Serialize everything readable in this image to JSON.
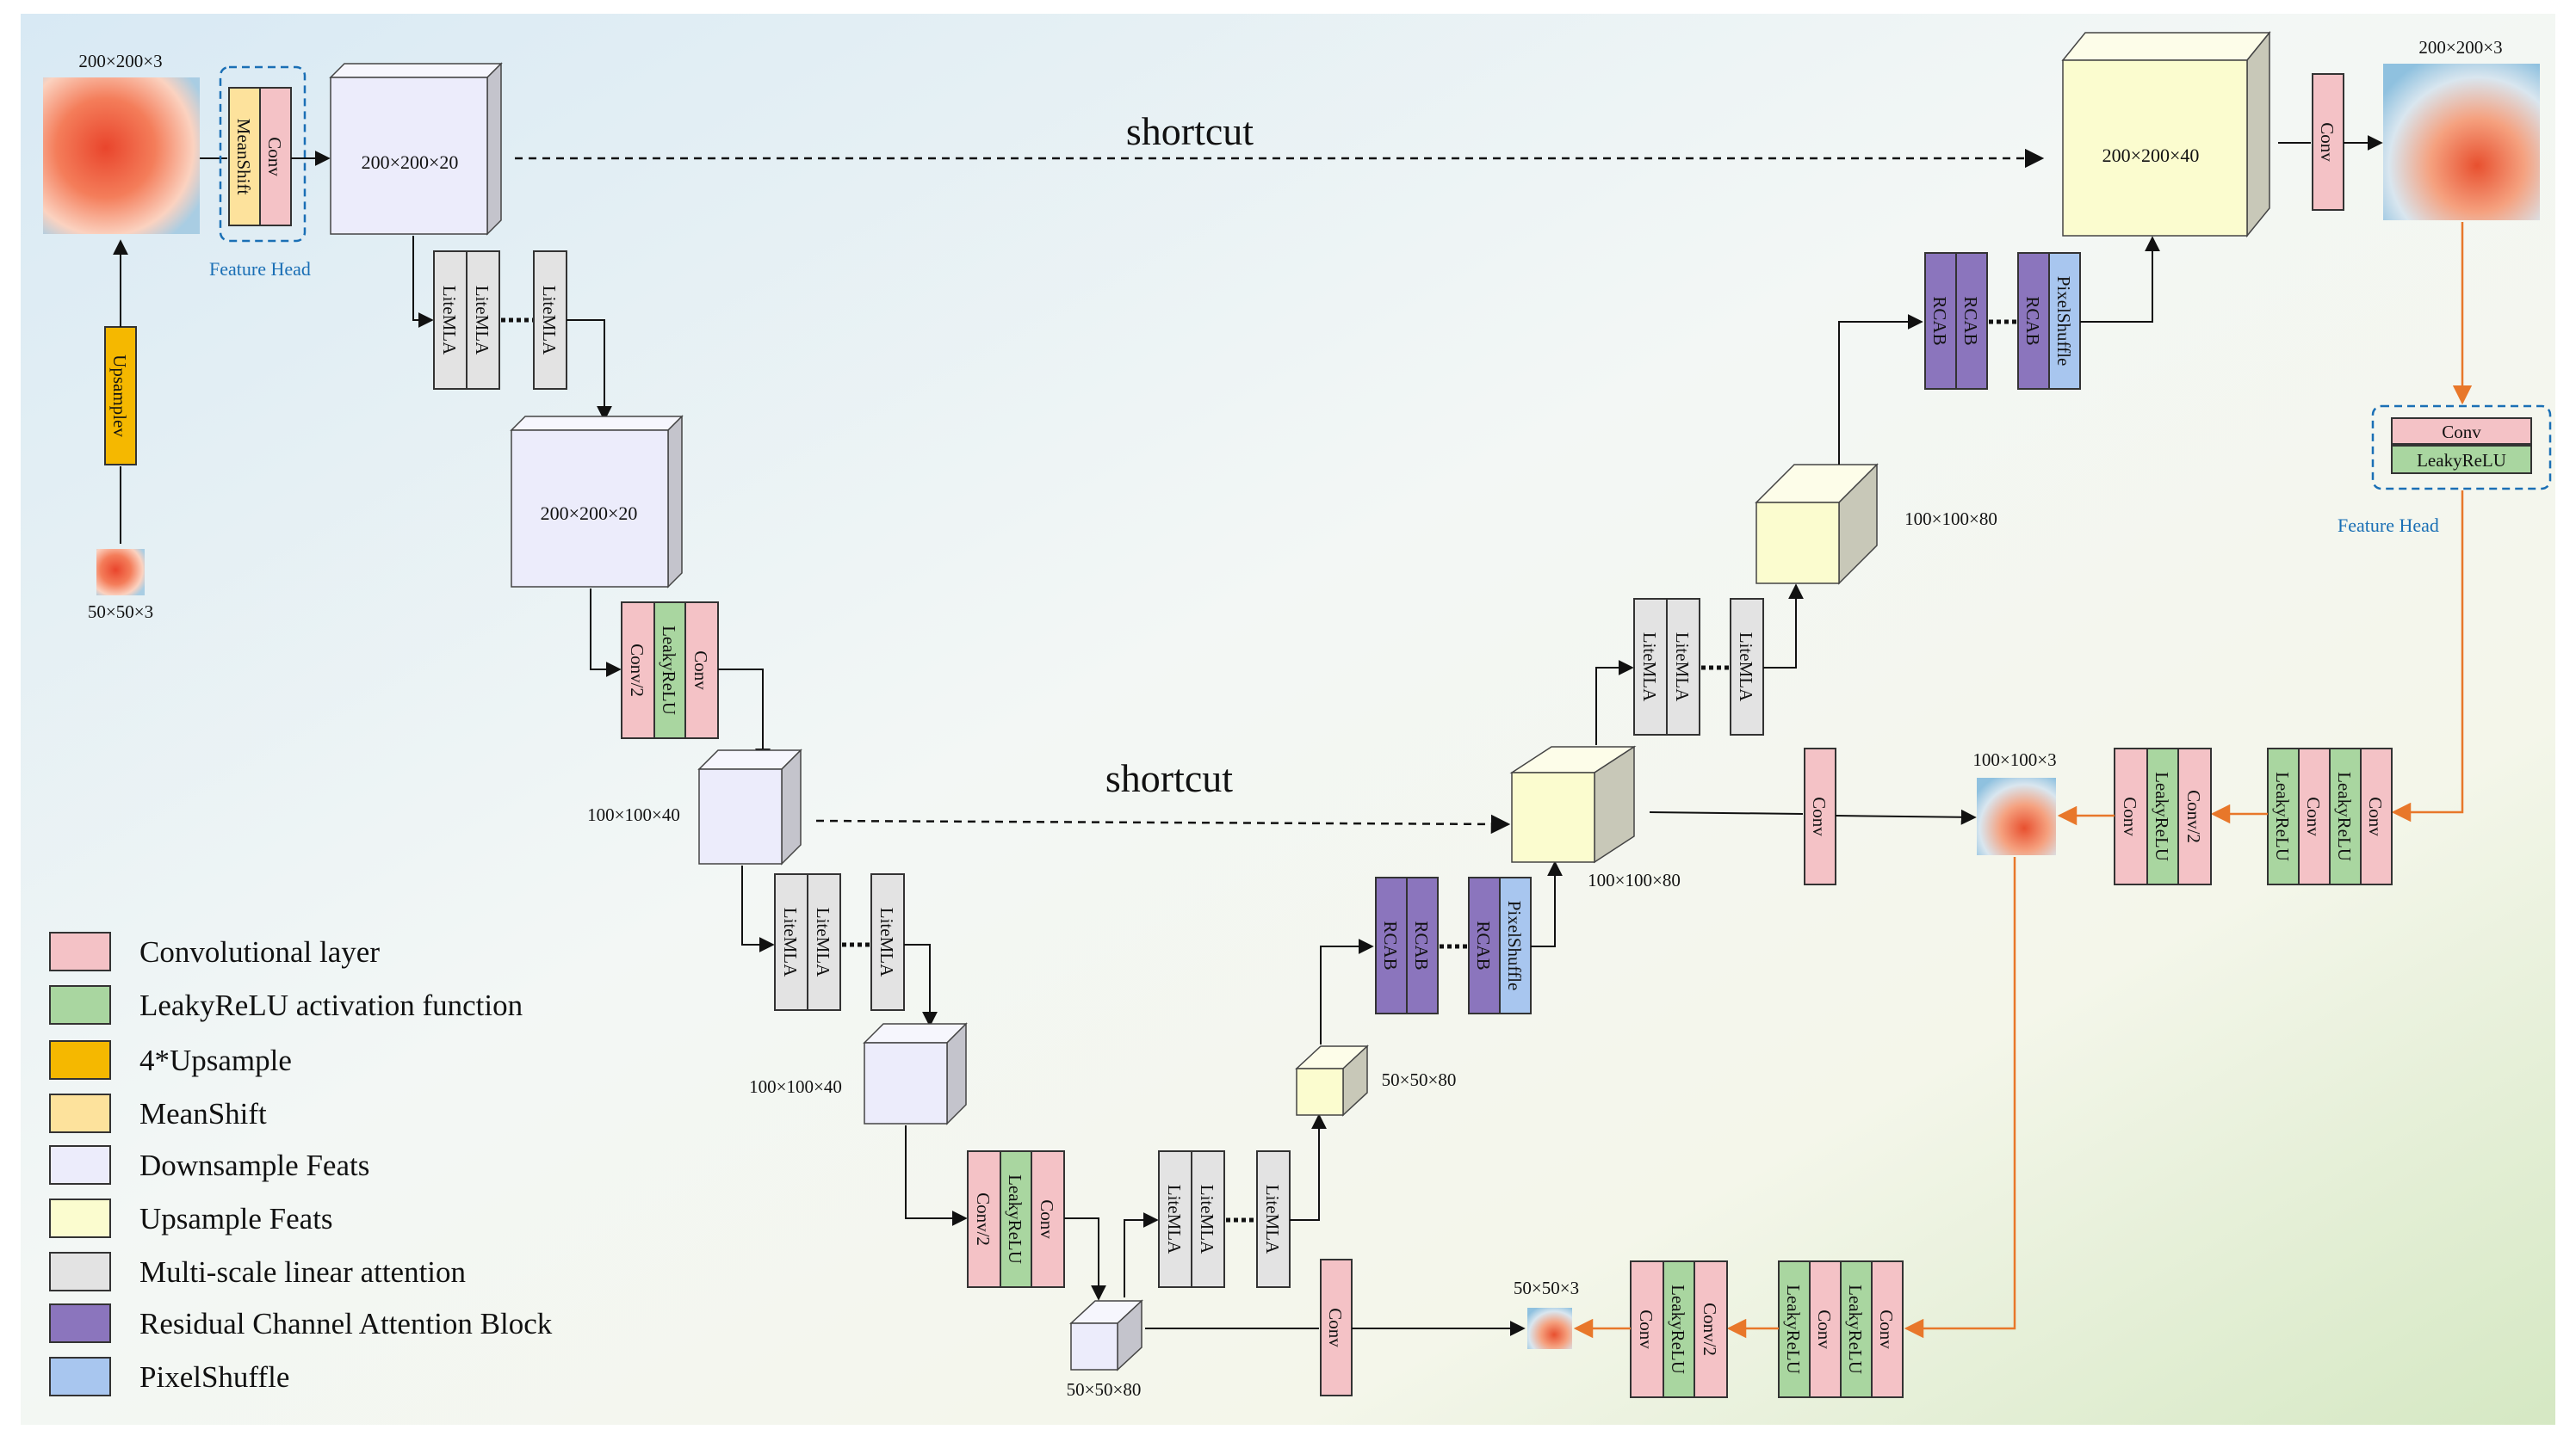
{
  "colors": {
    "conv": "#f4c2c6",
    "leaky": "#a9d6a0",
    "upsample": "#f5b800",
    "meanshift": "#fde29c",
    "down_feat": "#ececfb",
    "up_feat": "#fbfccf",
    "mla": "#e3e3e3",
    "rcab": "#8b75bd",
    "pixelshuffle": "#a8c6ef",
    "orange": "#e8772a",
    "dashed_box": "#1a6fb5"
  },
  "labels": {
    "input_top": "200×200×3",
    "input_small": "50×50×3",
    "upsample": "Upsamplev",
    "meanshift": "MeanShift",
    "conv": "Conv",
    "conv2": "Conv/2",
    "leaky": "LeakyReLU",
    "litemla": "LiteMLA",
    "rcab": "RCAB",
    "pixelshuffle": "PixelShuffle",
    "feature_head": "Feature Head",
    "shortcut": "shortcut",
    "f200x20": "200×200×20",
    "f200x40": "200×200×40",
    "f100x40": "100×100×40",
    "f100x80": "100×100×80",
    "f50x80": "50×50×80",
    "out_200": "200×200×3",
    "out_100": "100×100×3",
    "out_50": "50×50×3"
  },
  "legend": [
    {
      "label": "Convolutional layer",
      "color": "#f4c2c6",
      "icon": "conv-swatch"
    },
    {
      "label": "LeakyReLU activation function",
      "color": "#a9d6a0",
      "icon": "leaky-swatch"
    },
    {
      "label": "4*Upsample",
      "color": "#f5b800",
      "icon": "upsample-swatch"
    },
    {
      "label": "MeanShift",
      "color": "#fde29c",
      "icon": "meanshift-swatch"
    },
    {
      "label": "Downsample Feats",
      "color": "#ececfb",
      "icon": "downsample-swatch"
    },
    {
      "label": "Upsample Feats",
      "color": "#fbfccf",
      "icon": "upsamplefeat-swatch"
    },
    {
      "label": "Multi-scale linear attention",
      "color": "#e3e3e3",
      "icon": "mla-swatch"
    },
    {
      "label": "Residual Channel Attention Block",
      "color": "#8b75bd",
      "icon": "rcab-swatch"
    },
    {
      "label": "PixelShuffle",
      "color": "#a8c6ef",
      "icon": "pixelshuffle-swatch"
    }
  ]
}
